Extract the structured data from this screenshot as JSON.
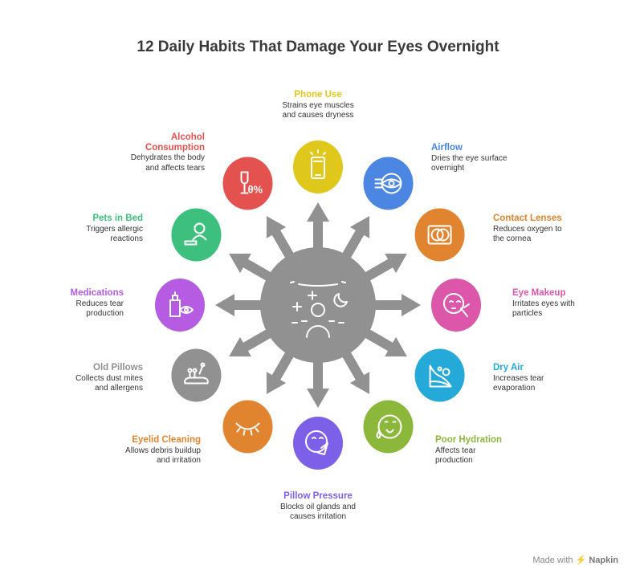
{
  "title": "12 Daily Habits That Damage Your Eyes Overnight",
  "hub_color": "#919191",
  "items": [
    {
      "name": "Phone Use",
      "desc1": "Strains eye muscles",
      "desc2": "and causes dryness",
      "color": "#dfc81b",
      "icon": "phone-icon"
    },
    {
      "name": "Airflow",
      "desc1": "Dries the eye surface",
      "desc2": "overnight",
      "color": "#4a86e2",
      "icon": "airflow-eye-icon"
    },
    {
      "name": "Contact Lenses",
      "desc1": "Reduces oxygen to",
      "desc2": "the cornea",
      "color": "#e0842f",
      "icon": "contact-lens-icon"
    },
    {
      "name": "Eye Makeup",
      "desc1": "Irritates eyes with",
      "desc2": "particles",
      "color": "#dc56a9",
      "icon": "makeup-brush-icon"
    },
    {
      "name": "Dry Air",
      "desc1": "Increases tear",
      "desc2": "evaporation",
      "color": "#24a9d9",
      "icon": "dry-air-icon"
    },
    {
      "name": "Poor Hydration",
      "desc1": "Affects tear",
      "desc2": "production",
      "color": "#8bb83a",
      "icon": "thirsty-face-icon"
    },
    {
      "name": "Pillow Pressure",
      "desc1": "Blocks oil glands and",
      "desc2": "causes irritation",
      "color": "#7c60e8",
      "icon": "face-pillow-icon"
    },
    {
      "name": "Eyelid Cleaning",
      "desc1": "Allows debris buildup",
      "desc2": "and irritation",
      "color": "#e0842f",
      "icon": "closed-eye-icon"
    },
    {
      "name": "Old Pillows",
      "desc1": "Collects dust mites",
      "desc2": "and allergens",
      "color": "#919191",
      "icon": "dust-mites-icon"
    },
    {
      "name": "Medications",
      "desc1": "Reduces tear",
      "desc2": "production",
      "color": "#b65ce2",
      "icon": "eye-drops-icon"
    },
    {
      "name": "Pets in Bed",
      "desc1": "Triggers allergic",
      "desc2": "reactions",
      "color": "#3dc07d",
      "icon": "pet-bed-icon"
    },
    {
      "name": "Alcohol",
      "name2": "Consumption",
      "desc1": "Dehydrates the body",
      "desc2": "and affects tears",
      "color": "#e3524f",
      "icon": "wine-glass-icon"
    }
  ],
  "footer": {
    "made_with": "Made with",
    "brand": "Napkin"
  }
}
